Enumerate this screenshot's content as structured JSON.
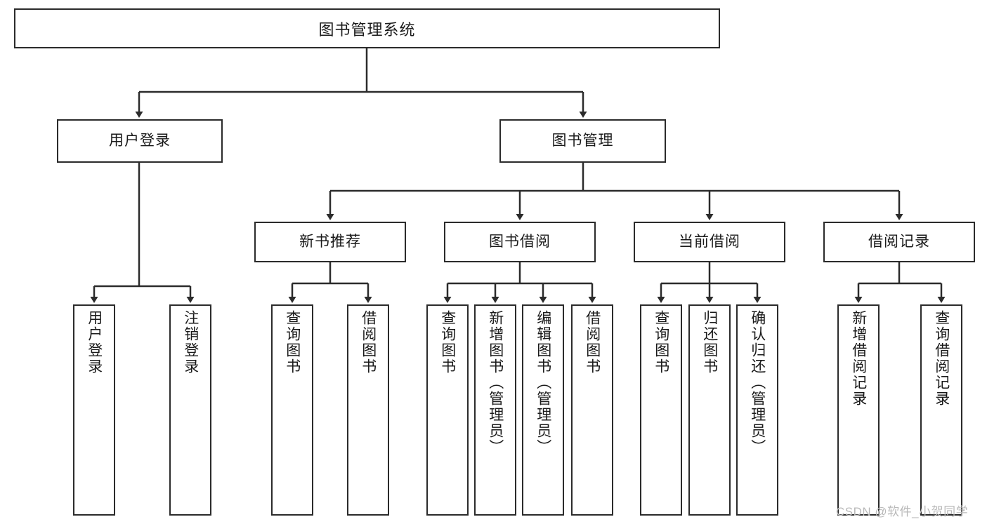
{
  "diagram": {
    "title": "图书管理系统",
    "type": "tree-hierarchy-diagram",
    "orientation": "top-down",
    "style": {
      "box_border_color": "#2b2b2b",
      "box_fill_color": "#ffffff",
      "connector_color": "#2b2b2b",
      "text_color": "#1a1a1a",
      "background": "#ffffff"
    },
    "levels": {
      "level1_label": "图书管理系统",
      "level2": [
        "用户登录",
        "图书管理"
      ],
      "level3": [
        "新书推荐",
        "图书借阅",
        "当前借阅",
        "借阅记录"
      ]
    }
  },
  "nodes": {
    "root": {
      "label": "图书管理系统"
    },
    "user_login": {
      "label": "用户登录"
    },
    "book_manage": {
      "label": "图书管理"
    },
    "new_book_rec": {
      "label": "新书推荐"
    },
    "book_borrow": {
      "label": "图书借阅"
    },
    "current_borrow": {
      "label": "当前借阅"
    },
    "borrow_record": {
      "label": "借阅记录"
    }
  },
  "leaves": {
    "user_login_children": [
      {
        "label": "用户登录"
      },
      {
        "label": "注销登录"
      }
    ],
    "new_book_rec_children": [
      {
        "label": "查询图书"
      },
      {
        "label": "借阅图书"
      }
    ],
    "book_borrow_children": [
      {
        "label": "查询图书"
      },
      {
        "label": "新增图书（管理员）"
      },
      {
        "label": "编辑图书（管理员）"
      },
      {
        "label": "借阅图书"
      }
    ],
    "current_borrow_children": [
      {
        "label": "查询图书"
      },
      {
        "label": "归还图书"
      },
      {
        "label": "确认归还（管理员）"
      }
    ],
    "borrow_record_children": [
      {
        "label": "新增借阅记录"
      },
      {
        "label": "查询借阅记录"
      }
    ]
  },
  "watermark": {
    "text": "CSDN @软件_小贺同学"
  }
}
